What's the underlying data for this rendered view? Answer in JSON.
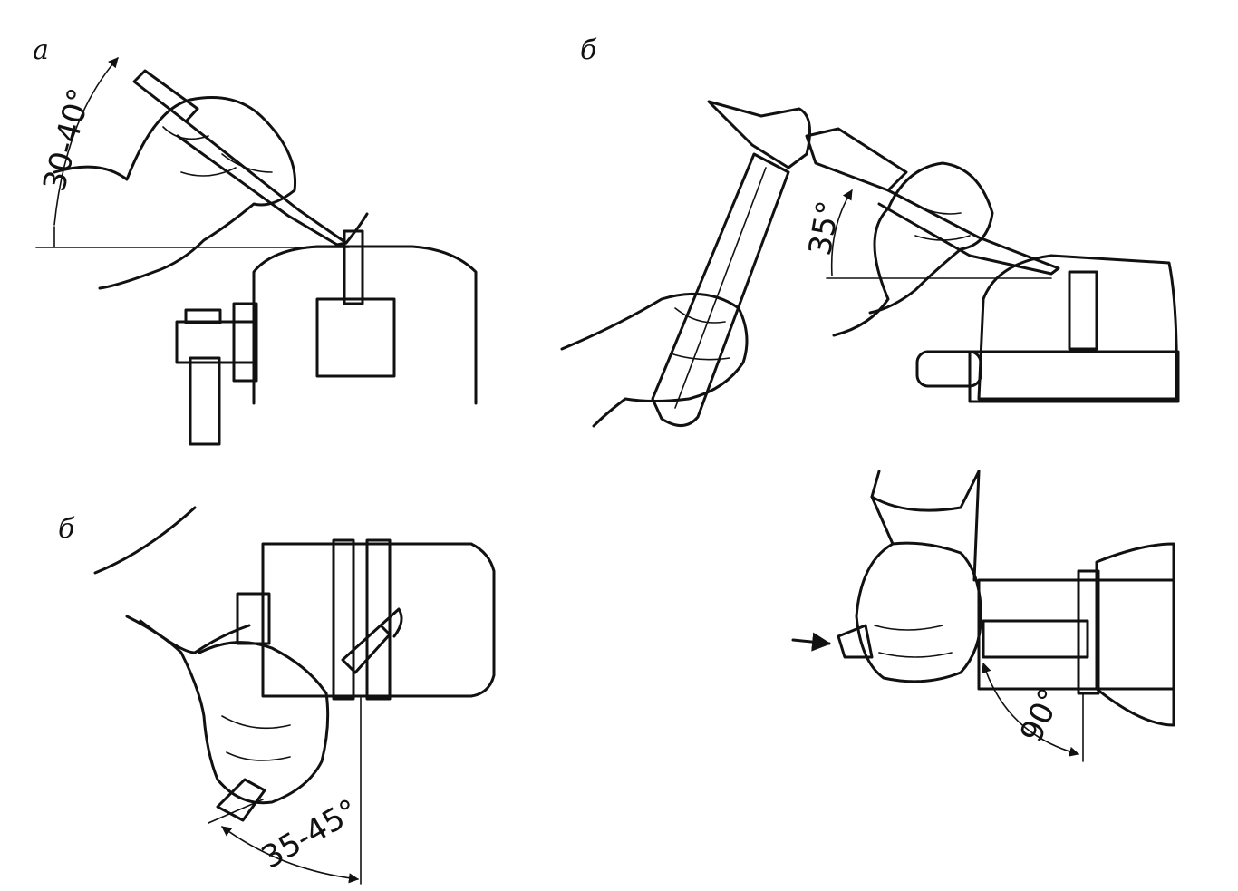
{
  "panels": [
    {
      "letter": "а",
      "angle": "30-40°"
    },
    {
      "letter": "б",
      "angle": "35°"
    },
    {
      "letter": "б",
      "angle": "35-45°"
    },
    {
      "letter": "",
      "angle": "90°"
    }
  ]
}
